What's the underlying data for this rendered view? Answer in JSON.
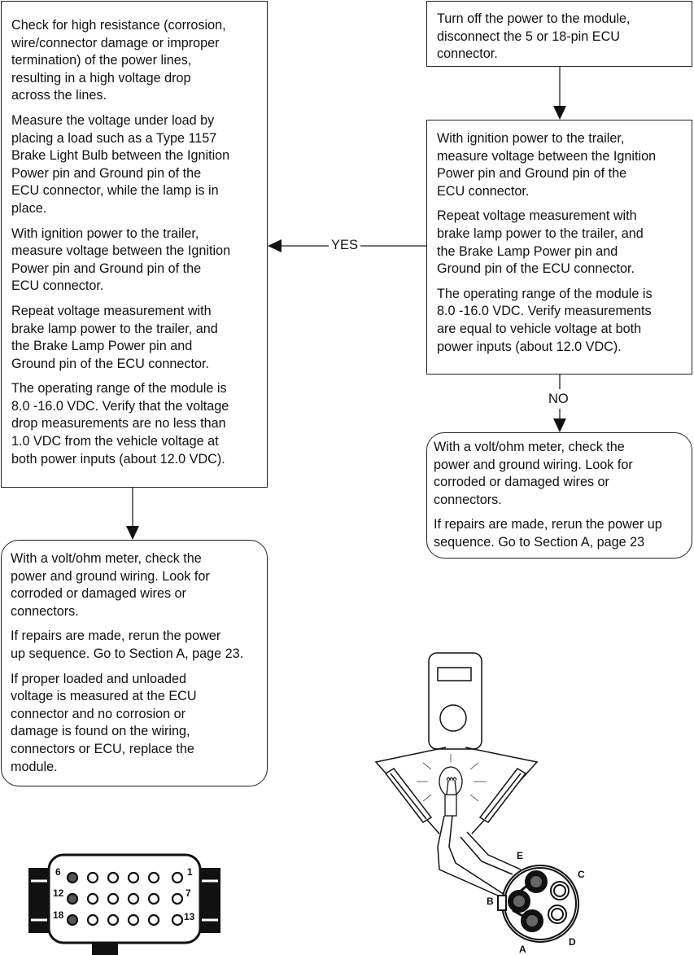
{
  "box1": {
    "p1": "Check for high resistance (corrosion,\nwire/connector damage or improper\ntermination) of the power lines,\nresulting in a high voltage drop\nacross the lines.",
    "p2": "Measure the voltage under load by\nplacing a load such as a Type 1157\nBrake Light Bulb between the Ignition\nPower pin and Ground pin of the\nECU connector, while the lamp is in\nplace.",
    "p3": "With ignition power to the trailer,\nmeasure voltage between the Ignition\nPower pin and Ground pin of the\nECU connector.",
    "p4": "Repeat voltage measurement with\nbrake lamp power to the trailer, and\nthe Brake Lamp Power pin and\nGround pin of the ECU connector.",
    "p5": "The operating range of the module is\n8.0 -16.0 VDC. Verify that the voltage\ndrop measurements are no less than\n1.0 VDC from the vehicle voltage at\nboth power inputs (about 12.0 VDC)."
  },
  "box2": {
    "p1": "Turn off the power to the module,\ndisconnect the 5 or 18-pin ECU\nconnector."
  },
  "box3": {
    "p1": "With ignition power to the trailer,\nmeasure voltage between the Ignition\nPower pin and Ground pin of the\nECU connector.",
    "p2": "Repeat voltage measurement with\nbrake lamp power to the trailer, and\nthe Brake Lamp Power pin and\nGround pin of the ECU connector.",
    "p3": "The operating range of the module is\n8.0 -16.0 VDC. Verify measurements\nare equal to vehicle voltage at both\npower inputs (about 12.0 VDC)."
  },
  "box4": {
    "p1": "With a volt/ohm meter, check the\npower and ground wiring. Look for\ncorroded or damaged wires or\nconnectors.",
    "p2": "If repairs are made, rerun the power up\nsequence.  Go to Section A, page 23"
  },
  "box5": {
    "p1": "With a volt/ohm meter, check the\npower and ground wiring. Look for\ncorroded or damaged wires or\nconnectors.",
    "p2": "If repairs are made, rerun the power\nup sequence.  Go to Section A, page 23.",
    "p3": "If proper loaded and unloaded\nvoltage is measured at the ECU\nconnector and no corrosion or\ndamage is found on the wiring,\nconnectors or ECU, replace the\nmodule."
  },
  "flow": {
    "yes": "YES",
    "no": "NO"
  },
  "connector18": {
    "pin_6": "6",
    "pin_1": "1",
    "pin_12": "12",
    "pin_7": "7",
    "pin_18": "18",
    "pin_13": "13"
  },
  "connector5": {
    "pin_e": "E",
    "pin_c": "C",
    "pin_b": "B",
    "pin_a": "A",
    "pin_d": "D"
  }
}
